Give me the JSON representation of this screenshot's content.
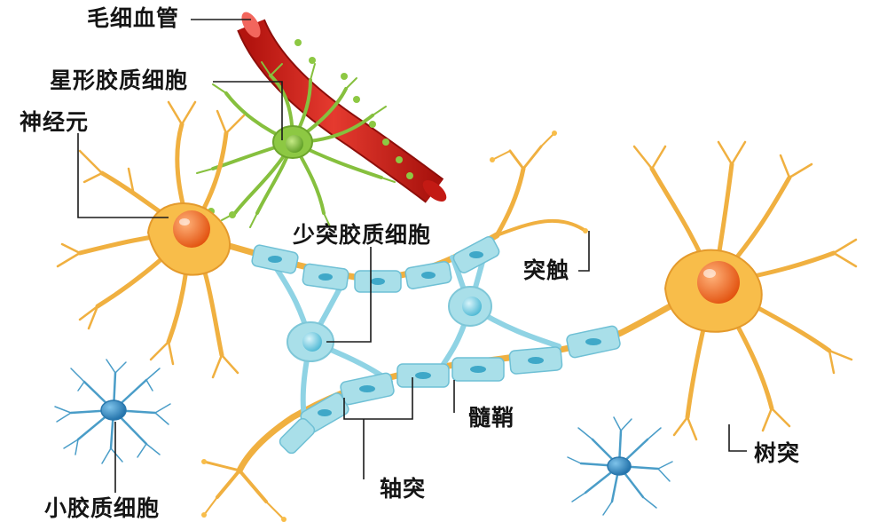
{
  "labels": {
    "capillary": "毛细血管",
    "astrocyte": "星形胶质细胞",
    "neuron": "神经元",
    "oligodendrocyte": "少突胶质细胞",
    "synapse": "突触",
    "myelin_sheath": "髓鞘",
    "axon": "轴突",
    "dendrite": "树突",
    "microglia": "小胶质细胞"
  },
  "colors": {
    "neuron": "#f8bd4a",
    "neuron_dark": "#e49a2c",
    "nucleus": "#f06a1c",
    "astrocyte": "#8dc843",
    "capillary": "#d4201e",
    "oligodendrocyte": "#a9dfe9",
    "myelin_blue": "#7ed0e2",
    "microglia": "#4a9dc8",
    "leader": "#1a1a1a"
  }
}
